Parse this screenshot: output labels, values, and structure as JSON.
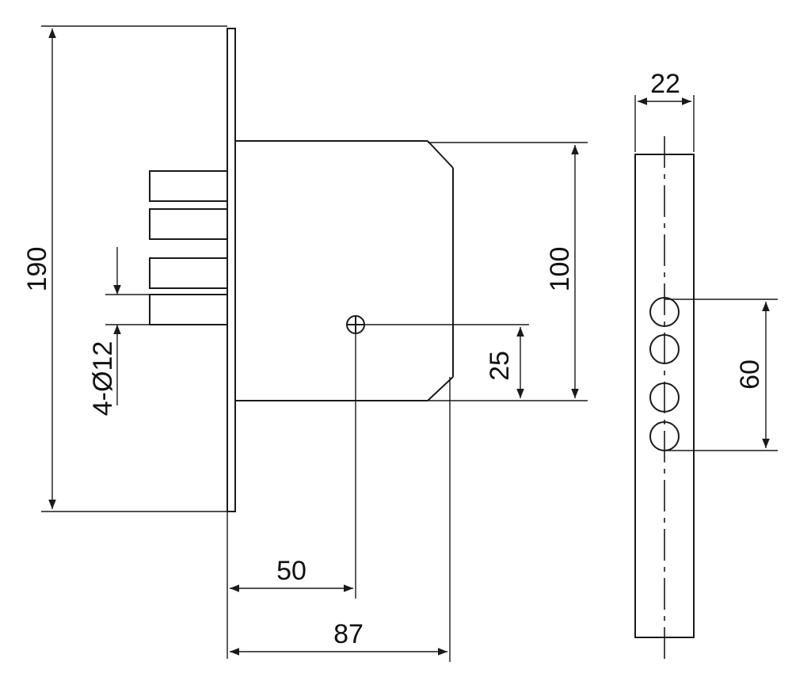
{
  "dimensions": {
    "overall_height": "190",
    "case_height": "100",
    "spindle_offset": "25",
    "backset": "50",
    "case_depth": "87",
    "strike_width": "22",
    "bolt_spacing": "60",
    "bolt_spec": "4-Ø12"
  },
  "colors": {
    "line": "#1a1a1a",
    "background": "#ffffff"
  }
}
